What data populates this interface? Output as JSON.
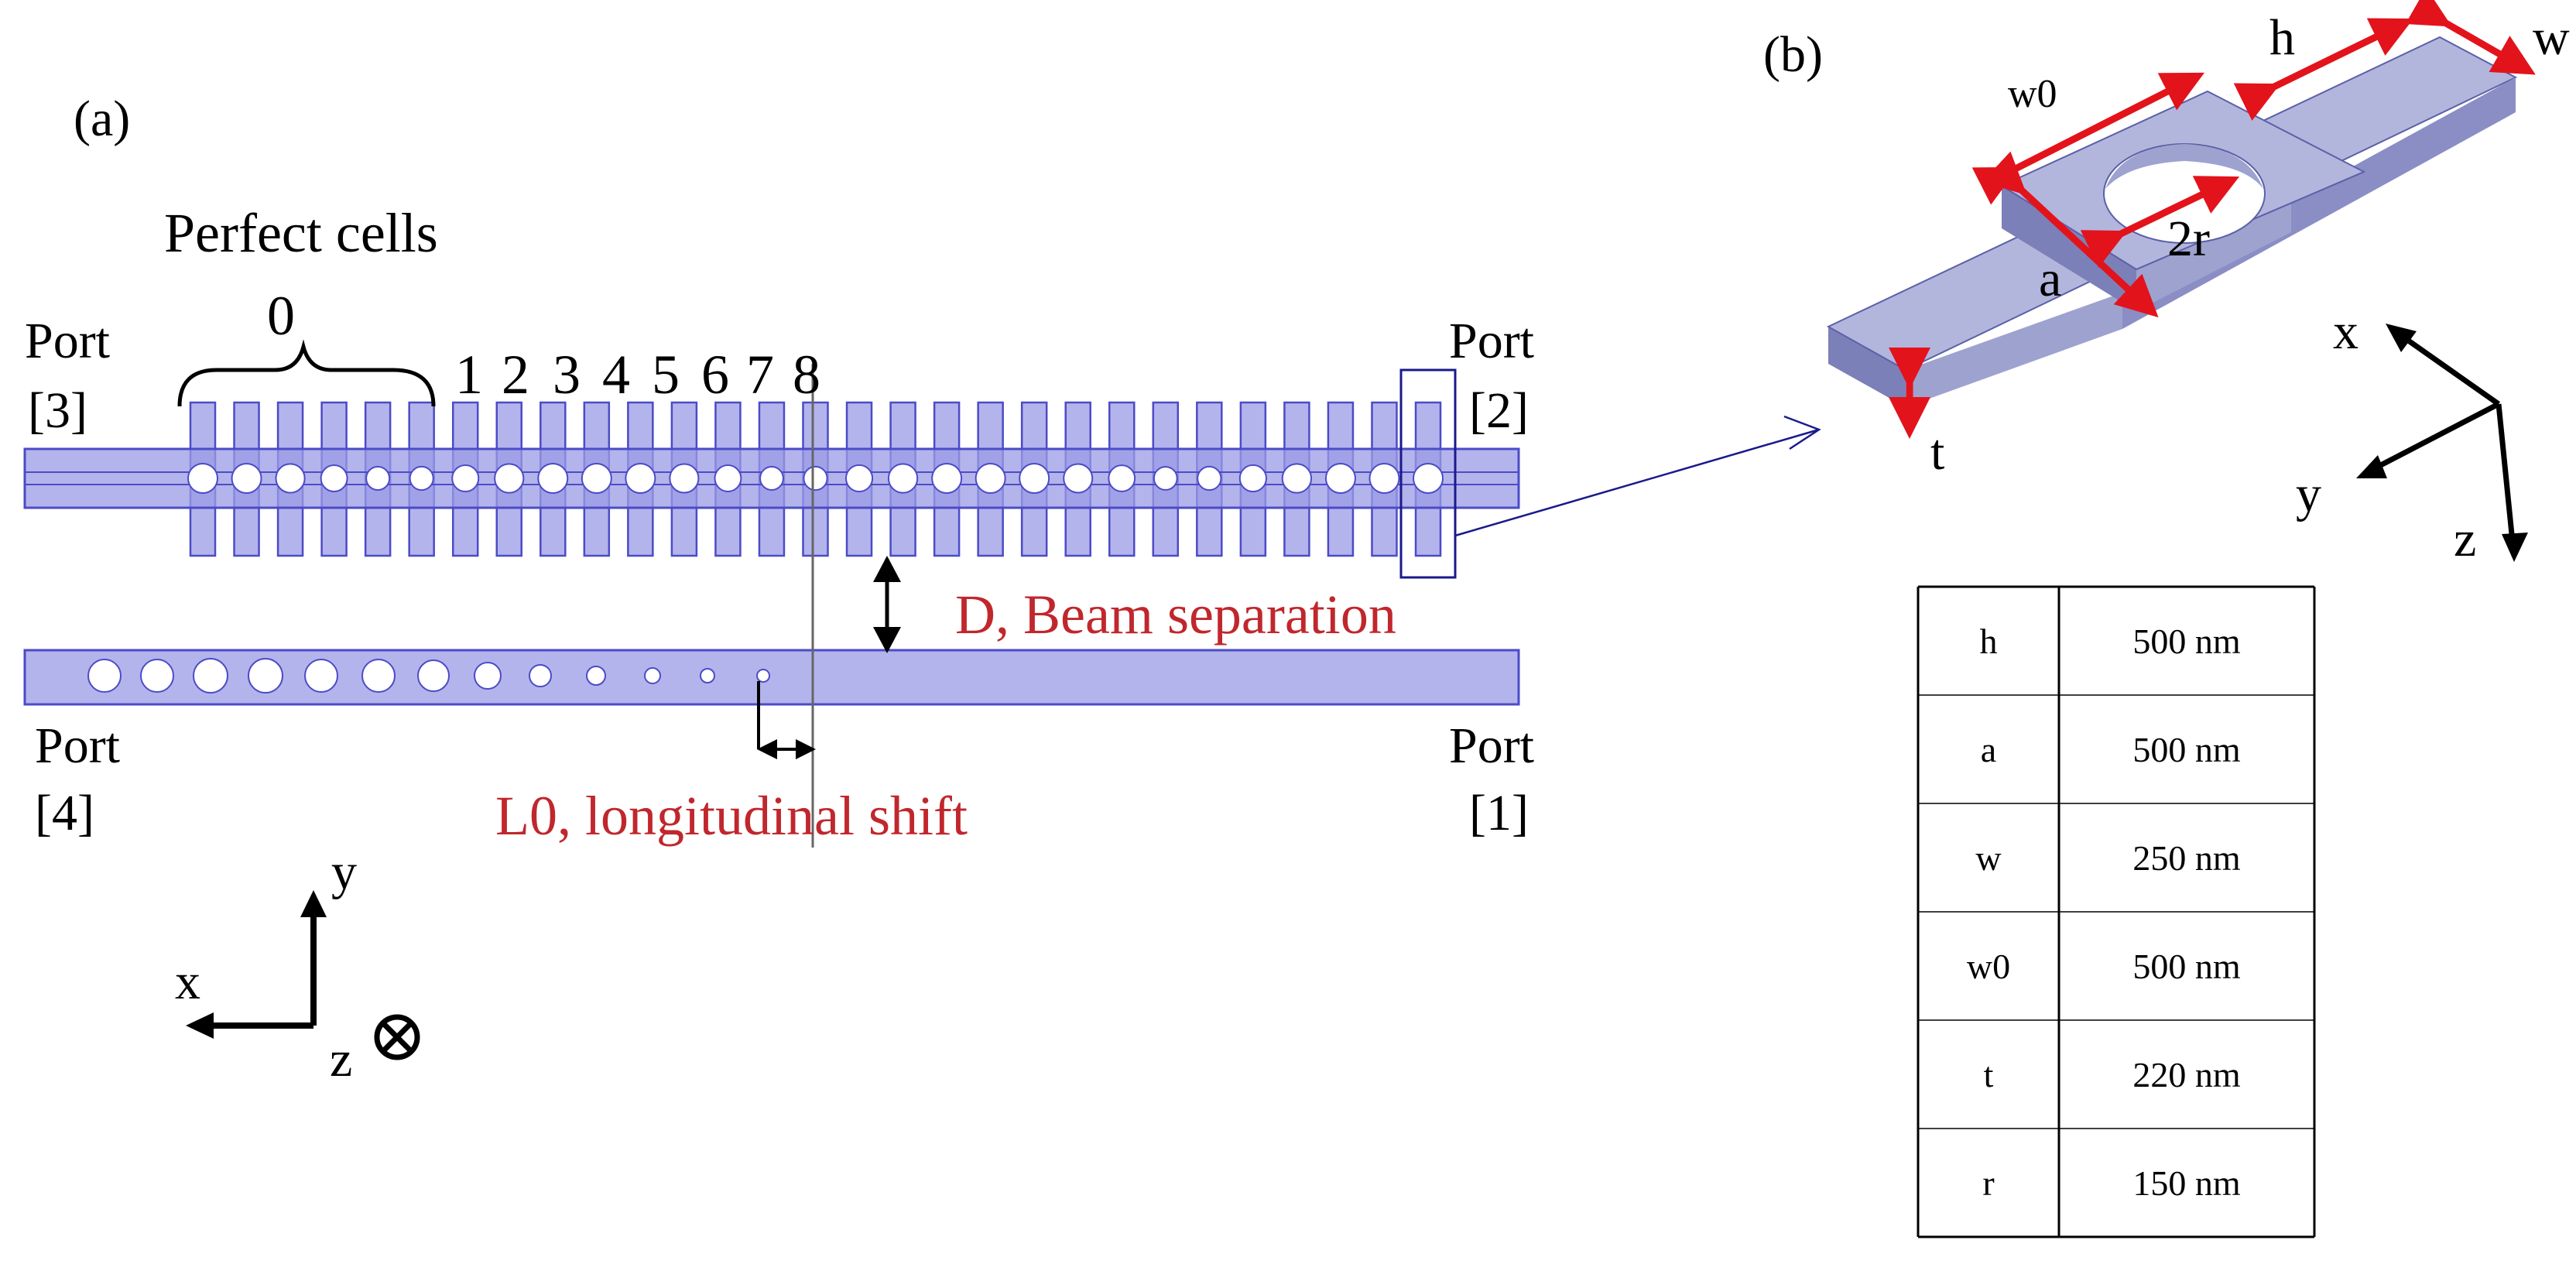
{
  "panel_a": {
    "label": "(a)",
    "perfect_cells": "Perfect cells",
    "cell_zero": "0",
    "cell_numbers": [
      "1",
      "2",
      "3",
      "4",
      "5",
      "6",
      "7",
      "8"
    ],
    "ports": {
      "port3": {
        "name": "Port",
        "index": "[3]"
      },
      "port2": {
        "name": "Port",
        "index": "[2]"
      },
      "port4": {
        "name": "Port",
        "index": "[4]"
      },
      "port1": {
        "name": "Port",
        "index": "[1]"
      }
    },
    "beam_separation": "D, Beam separation",
    "longitudinal_shift": "L0, longitudinal shift",
    "axes": {
      "y": "y",
      "x": "x",
      "z": "z"
    }
  },
  "panel_b": {
    "label": "(b)",
    "dims": {
      "h": "h",
      "w": "w",
      "w0": "w0",
      "two_r": "2r",
      "a": "a",
      "t": "t"
    },
    "axes": {
      "x": "x",
      "y": "y",
      "z": "z"
    }
  },
  "table": {
    "rows": [
      {
        "param": "h",
        "value": "500 nm"
      },
      {
        "param": "a",
        "value": "500 nm"
      },
      {
        "param": "w",
        "value": "250 nm"
      },
      {
        "param": "w0",
        "value": "500 nm"
      },
      {
        "param": "t",
        "value": "220 nm"
      },
      {
        "param": "r",
        "value": "150 nm"
      }
    ]
  },
  "colors": {
    "beam_fill": "#9b9be6",
    "beam_stroke": "#4b4bc8",
    "annotation_red": "#c0272d",
    "dim_arrow_red": "#e3131b",
    "block_top": "#b3b6dc",
    "block_side": "#7c80b8",
    "block_front": "#9ea2cf"
  }
}
